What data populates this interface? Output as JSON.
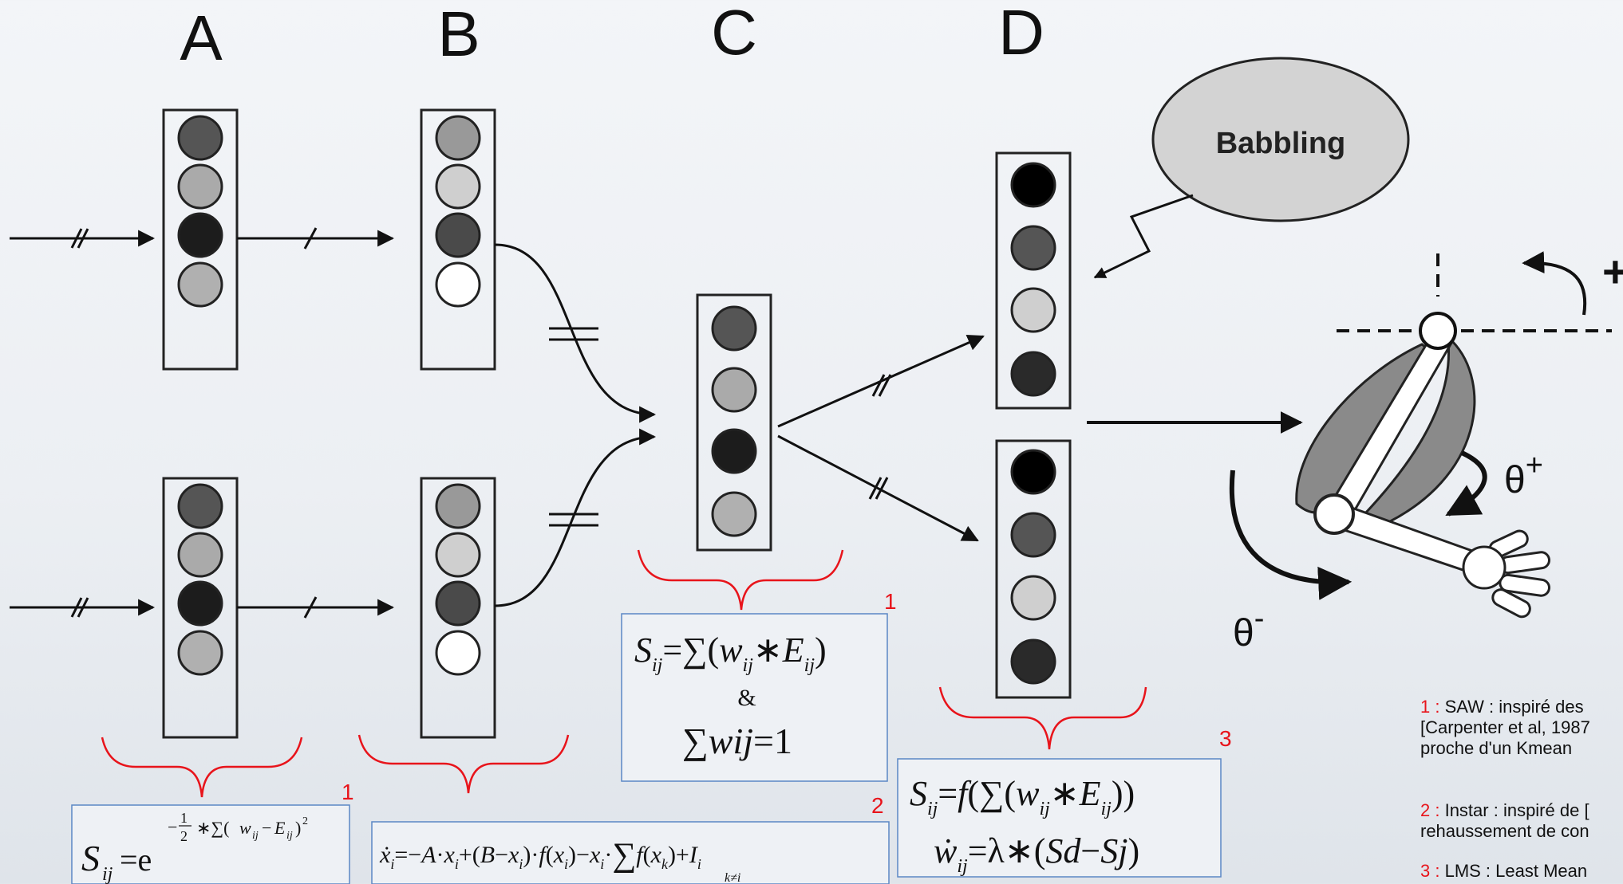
{
  "columns": [
    "A",
    "B",
    "C",
    "D"
  ],
  "babbling_label": "Babbling",
  "arm": {
    "plus_label": "+",
    "theta_plus": "θ",
    "theta_plus_sup": "+",
    "theta_minus": "θ",
    "theta_minus_sup": "-"
  },
  "layers": {
    "A": [
      [
        "#555",
        "#aaa",
        "#1c1c1c",
        "#b0b0b0"
      ],
      [
        "#555",
        "#aaa",
        "#1c1c1c",
        "#b0b0b0"
      ]
    ],
    "B": [
      [
        "#999",
        "#cfcfcf",
        "#4a4a4a",
        "#ffffff"
      ],
      [
        "#999",
        "#cfcfcf",
        "#4a4a4a",
        "#ffffff"
      ]
    ],
    "C": [
      [
        "#555",
        "#aaa",
        "#1c1c1c",
        "#b0b0b0"
      ]
    ],
    "D": [
      [
        "#000",
        "#555",
        "#cfcfcf",
        "#2a2a2a"
      ],
      [
        "#000",
        "#555",
        "#cfcfcf",
        "#2a2a2a"
      ]
    ]
  },
  "equations": {
    "A": {
      "ref": "1"
    },
    "B": {
      "ref": "2"
    },
    "C": {
      "ref": "1",
      "and": "&"
    },
    "D": {
      "ref": "3"
    }
  },
  "notes": [
    {
      "num": "1 :",
      "text": " SAW : inspiré des\n[Carpenter et al, 1987\nproche d'un Kmean"
    },
    {
      "num": "2 :",
      "text": " Instar : inspiré de [\nrehaussement de con"
    },
    {
      "num": "3 :",
      "text": " LMS : Least Mean"
    }
  ],
  "colors": {
    "accent": "#e8141b",
    "box_border": "#5b87c5",
    "bubble": "#d3d3d3",
    "muscle": "#777777"
  }
}
